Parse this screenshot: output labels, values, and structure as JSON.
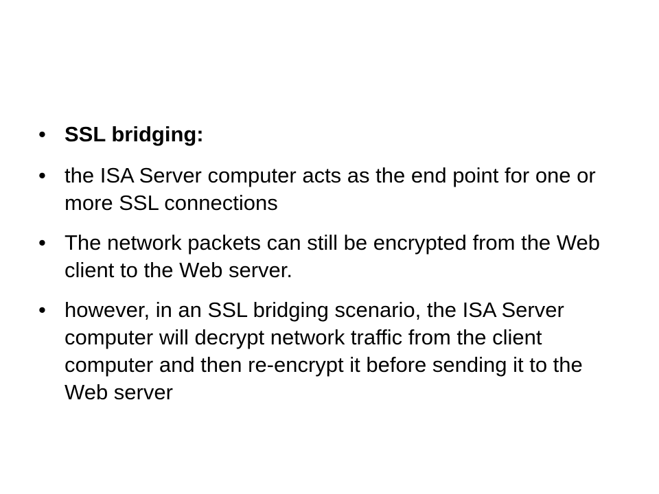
{
  "slide": {
    "bullet_marker": "•",
    "bullets": [
      {
        "text": "SSL bridging:"
      },
      {
        "text": "the ISA Server computer acts as the end point for one or more SSL connections"
      },
      {
        "text": "The network packets can still be encrypted from the Web client to the Web server."
      },
      {
        "text": "however, in an SSL bridging scenario, the ISA Server computer will decrypt network traffic from the client computer and then re-encrypt it before sending it to the Web server"
      }
    ]
  }
}
